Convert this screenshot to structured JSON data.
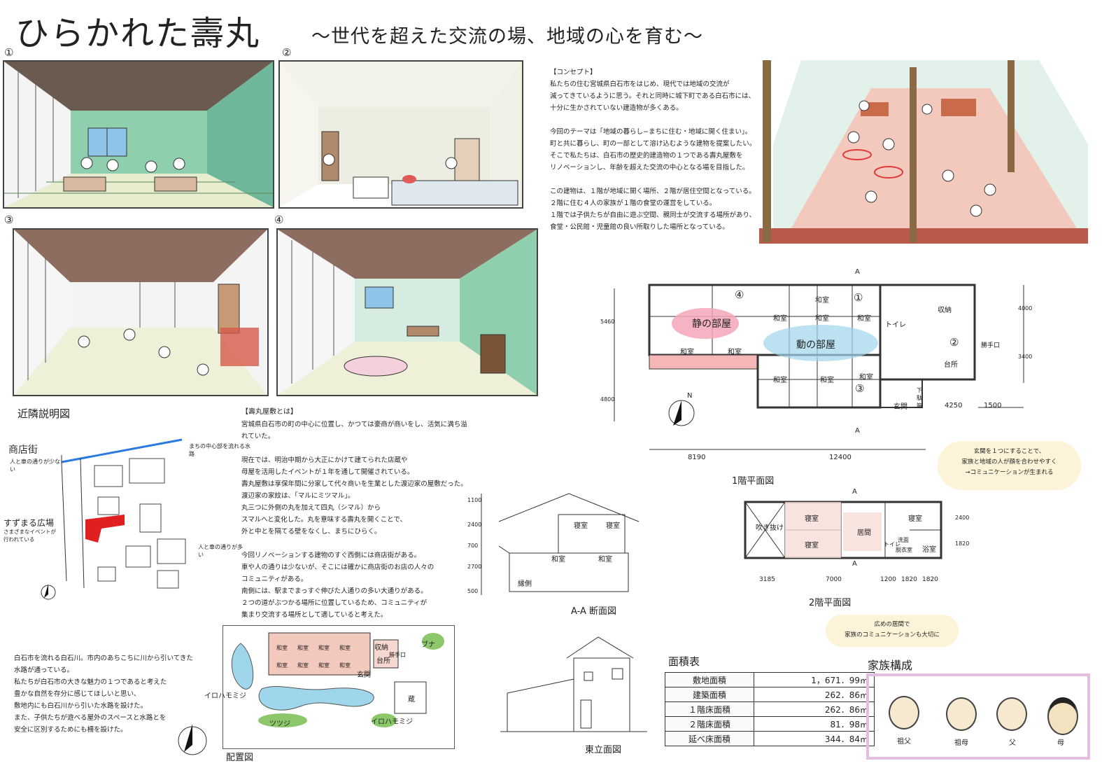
{
  "header": {
    "title": "ひらかれた壽丸",
    "subtitle": "〜世代を超えた交流の場、地域の心を育む〜"
  },
  "scenes": {
    "n1": "①",
    "n2": "②",
    "n3": "③",
    "n4": "④"
  },
  "concept": {
    "heading": "【コンセプト】",
    "body": "私たちの住む宮城県白石市をはじめ、現代では地域の交流が\n減ってきているように思う。それと同時に城下町である白石市には、\n十分に生かされていない建造物が多くある。\n\n今回のテーマは「地域の暮らし−まちに住む・地域に開く住まい」。\n町と共に暮らし、町の一部として溶け込むような建物を提案したい。\nそこで私たちは、白石市の歴史的建造物の１つである壽丸屋敷を\nリノベーションし、年齢を超えた交流の中心となる場を目指した。\n\nこの建物は、１階が地域に開く場所、２階が居住空間となっている。\n２階に住む４人の家族が１階の食堂の運営をしている。\n１階では子供たちが自由に遊ぶ空間、親同士が交流する場所があり、\n食堂・公民館・児童館の良い所取りした場所となっている。"
  },
  "neighborhood": {
    "heading": "近隣説明図",
    "note_shopping": "商店街",
    "note_shopping_sub": "人と車の通りが少ない",
    "note_plaza": "すずまる広場",
    "note_plaza_sub": "さまざまなイベントが行われている",
    "note_road": "人と車の通りが多い",
    "note_water": "まちの中心部を流れる水路"
  },
  "about": {
    "heading": "【壽丸屋敷とは】",
    "body": "宮城県白石市の町の中心に位置し、かつては豪商が商いをし、活気に満ち溢れていた。\n\n現在では、明治中期から大正にかけて建てられた店蔵や\n母屋を活用したイベントが１年を通して開催されている。\n壽丸屋敷は享保年間に分家して代々商いを生業とした渡辺家の屋敷だった。\n渡辺家の家紋は、「マルにミツマル」。\n丸三つに外側の丸を加えて四丸（シマル）から\nスマルへと変化した。丸を意味する壽丸を開くことで、\n外と中とを隔てる壁をなくし、まちにひらく。\n\n今回リノベーションする建物のすぐ西側には商店街がある。\n車や人の通りは少ないが、そこには確かに商店街のお店の人々の\nコミュニティがある。\n南側には、駅までまっすぐ伸びた人通りの多い大通りがある。\n２つの道がぶつかる場所に位置しているため、コミュニティが\n集まり交流する場所として適していると考えた。"
  },
  "site_text": {
    "body": "白石市を流れる白石川。市内のあちこちに川から引いてきた\n水路が通っている。\n私たちが白石市の大きな魅力の１つであると考えた\n豊かな自然を存分に感じてほしいと思い、\n敷地内にも白石川から引いた水路を設けた。\nまた、子供たちが遊べる屋外のスペースと水路とを\n安全に区別するためにも柵を設けた。"
  },
  "site_plan": {
    "caption": "配置図",
    "tree1": "ブナ",
    "tree2": "イロハモミジ",
    "tree3": "イロハモミジ",
    "tree4": "ツツジ",
    "kura": "蔵",
    "rooms": [
      "和室",
      "和室",
      "和室",
      "和室",
      "和室",
      "和室",
      "和室",
      "和室"
    ],
    "kitchen": "台所",
    "storage": "収納",
    "entrance": "玄関",
    "back": "勝手口"
  },
  "section": {
    "caption": "A-A 断面図",
    "rooms": [
      "寝室",
      "寝室",
      "和室",
      "和室"
    ],
    "engawa": "縁側",
    "dims": [
      "1100",
      "2400",
      "700",
      "2700",
      "500"
    ]
  },
  "elevation": {
    "caption": "東立面図"
  },
  "floor1": {
    "caption": "1階平面図",
    "quiet": "静の部屋",
    "active": "動の部屋",
    "rooms": [
      "和室",
      "和室",
      "和室",
      "和室",
      "和室",
      "和室",
      "和室",
      "和室",
      "和室"
    ],
    "toilet": "トイレ",
    "storage": "収納",
    "kitchen": "台所",
    "back": "勝手口",
    "entrance": "玄関",
    "shoes": "下駄箱",
    "n4": "④",
    "n1": "①",
    "n2": "②",
    "n3": "③",
    "dims": [
      "8190",
      "12400",
      "5460",
      "4800",
      "4000",
      "3400",
      "4250",
      "1500"
    ],
    "section_mark": "A",
    "north": "N"
  },
  "bubble1": "玄関を１つにすることで、\n家族と地域の人が顔を合わせやすく\n→コミュニケーションが生まれる",
  "floor2": {
    "caption": "2階平面図",
    "void": "吹き抜け",
    "rooms": [
      "寝室",
      "寝室",
      "寝室"
    ],
    "living": "居間",
    "wash": "洗面",
    "laundry": "脱衣室",
    "bath": "浴室",
    "wc": "トイレ",
    "dims": [
      "3185",
      "7000",
      "1200",
      "1820",
      "1820",
      "2400",
      "1820"
    ],
    "section_mark": "A"
  },
  "bubble2": "広めの居間で\n家族のコミュニケーションも大切に",
  "area_table": {
    "heading": "面積表",
    "rows": [
      {
        "k": "敷地面積",
        "v": "1，671．99㎡"
      },
      {
        "k": "建築面積",
        "v": "262．86㎡"
      },
      {
        "k": "１階床面積",
        "v": "262．86㎡"
      },
      {
        "k": "２階床面積",
        "v": "81．98㎡"
      },
      {
        "k": "延べ床面積",
        "v": "344．84㎡"
      }
    ]
  },
  "family": {
    "heading": "家族構成",
    "members": [
      "祖父",
      "祖母",
      "父",
      "母"
    ]
  },
  "colors": {
    "tatami": "#e8edd0",
    "wall_green": "#6fb79a",
    "ceiling": "#6a5a50",
    "pink": "#f4a6b8",
    "blue": "#9fd6ec",
    "floor_pink": "#f2c9bc",
    "frame": "#e2bfe0"
  }
}
